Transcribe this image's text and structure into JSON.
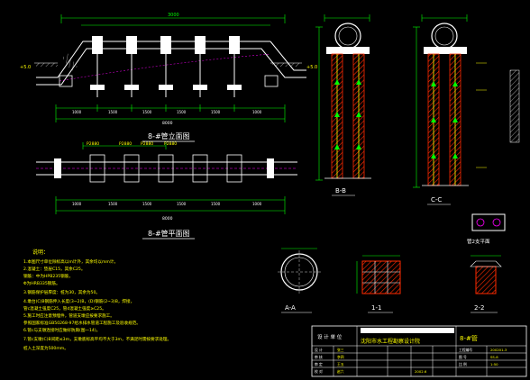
{
  "colors": {
    "background": "#000000",
    "line_white": "#ffffff",
    "dim_green": "#00ff00",
    "hatch_red": "#ff2a00",
    "pile_yellow": "#ffff00",
    "title_yellow": "#ffff00",
    "cyan": "#00ffff",
    "magenta": "#ff00ff"
  },
  "views": {
    "elevation_title": "8-#管立面图",
    "plan_title": "8-#管平面图",
    "side_b_title": "B-B",
    "side_c_title": "C-C",
    "pier_plan_title": "管2支平面",
    "section_a_title": "A-A",
    "section_1_title": "1-1",
    "section_2_title": "2-2"
  },
  "elevation_dims": {
    "top_left": "3000",
    "bottom_total": "8000",
    "spans": [
      "1000",
      "1500",
      "1500",
      "1500",
      "1500",
      "1000"
    ],
    "level_left": "+5.0",
    "level_right": "+5.0"
  },
  "plan_dims": {
    "total": "8000",
    "spans": [
      "1000",
      "1500",
      "1500",
      "1500",
      "1500",
      "1000"
    ],
    "pier_labels": [
      "P2880",
      "P2880",
      "P2880",
      "P2880"
    ]
  },
  "notes": {
    "title": "说明：",
    "lines": [
      "1.本图尺寸单位除标高以m计外，其余均以mm计。",
      "2.混凝土：垫层C15，其余C25。",
      "  钢筋：中为HPB235钢筋，",
      "  Φ为HRB335钢筋。",
      "3.钢筋保护层厚度：桩为30，其余为50。",
      "4.墩台(C)B钢筋伸入长度(3~2)B，(D)钢筋(2~3)B，焊接，",
      "  管c混凝土强度C25，管d混凝土强度≥C25。",
      "5.施工时应注意预埋件，管道支墩应按要求施工。",
      "  参照国家标准GB50268-97给水排水管道工程施工及验收规范。",
      "6.管c与支墩连接时应做好防腐(图一14)。",
      "7.管c支墩(C)B间距≤3m，支墩底标高平均不大于3m，不满足时需按要求处理。",
      "  桩入土深度为500mm。"
    ]
  },
  "title_block": {
    "project_label": "设 计 单 位",
    "drawing_name": "8-#管",
    "company": "沈阳市水工程勘察设计院",
    "row_labels": [
      "设 计",
      "审 核",
      "审 定",
      "校 对"
    ],
    "row_values": [
      "张三",
      "李四",
      "王五",
      "赵六"
    ],
    "right_labels": [
      "工程编号",
      "图 号",
      "比 例"
    ],
    "right_values": [
      "200201-3",
      "SS-8",
      "1:50"
    ],
    "date": "2002.6"
  }
}
